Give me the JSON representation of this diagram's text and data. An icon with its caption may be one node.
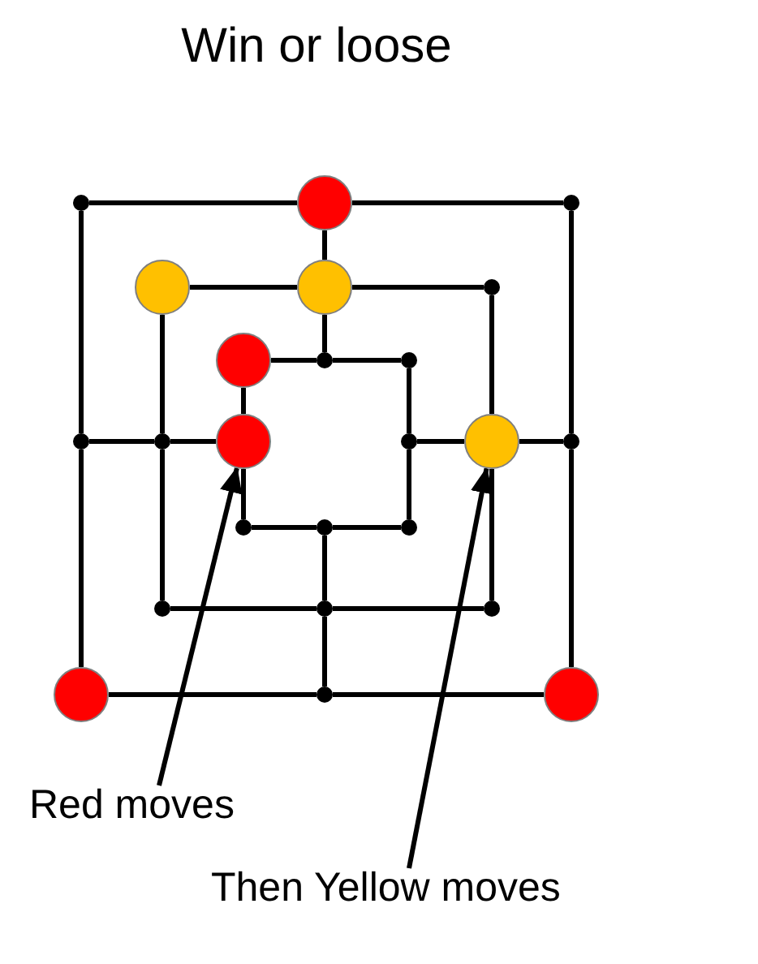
{
  "diagram": {
    "title": "Win or loose",
    "nodes": [
      {
        "text": [],
        "shape": "circle"
      },
      {
        "text": [],
        "shape": "circle"
      },
      {
        "text": [],
        "shape": "circle"
      },
      {
        "text": [],
        "shape": "circle"
      },
      {
        "text": [],
        "shape": "circle"
      },
      {
        "text": [],
        "shape": "circle"
      },
      {
        "text": [],
        "shape": "circle"
      },
      {
        "text": [],
        "shape": "circle"
      },
      {
        "text": [],
        "shape": "circle"
      },
      {
        "text": [],
        "shape": "circle"
      },
      {
        "text": [],
        "shape": "circle"
      },
      {
        "text": [],
        "shape": "circle"
      },
      {
        "text": [],
        "shape": "circle"
      },
      {
        "text": [],
        "shape": "circle"
      },
      {
        "text": [],
        "shape": "circle"
      },
      {
        "text": [],
        "shape": "circle"
      },
      {
        "text": [],
        "shape": "circle"
      },
      {
        "text": [],
        "shape": "circle"
      },
      {
        "text": [],
        "shape": "circle"
      },
      {
        "text": [],
        "shape": "circle"
      },
      {
        "text": [],
        "shape": "circle"
      },
      {
        "text": [],
        "shape": "circle"
      },
      {
        "text": [],
        "shape": "circle"
      },
      {
        "text": [],
        "shape": "circle"
      },
      {
        "text": [
          "Red moves"
        ]
      },
      {
        "text": [
          "Then Yellow moves"
        ]
      }
    ],
    "edges": [
      {
        "from": 0,
        "to": 1,
        "arrow": "none"
      },
      {
        "from": 1,
        "to": 2,
        "arrow": "none"
      },
      {
        "from": 2,
        "to": 14,
        "arrow": "none"
      },
      {
        "from": 14,
        "to": 23,
        "arrow": "none"
      },
      {
        "from": 23,
        "to": 22,
        "arrow": "none"
      },
      {
        "from": 22,
        "to": 21,
        "arrow": "none"
      },
      {
        "from": 21,
        "to": 9,
        "arrow": "none"
      },
      {
        "from": 9,
        "to": 0,
        "arrow": "none"
      },
      {
        "from": 3,
        "to": 4,
        "arrow": "none"
      },
      {
        "from": 4,
        "to": 5,
        "arrow": "none"
      },
      {
        "from": 5,
        "to": 13,
        "arrow": "none"
      },
      {
        "from": 13,
        "to": 20,
        "arrow": "none"
      },
      {
        "from": 20,
        "to": 19,
        "arrow": "none"
      },
      {
        "from": 19,
        "to": 18,
        "arrow": "none"
      },
      {
        "from": 18,
        "to": 10,
        "arrow": "none"
      },
      {
        "from": 10,
        "to": 3,
        "arrow": "none"
      },
      {
        "from": 6,
        "to": 7,
        "arrow": "none"
      },
      {
        "from": 7,
        "to": 8,
        "arrow": "none"
      },
      {
        "from": 8,
        "to": 12,
        "arrow": "none"
      },
      {
        "from": 12,
        "to": 17,
        "arrow": "none"
      },
      {
        "from": 17,
        "to": 16,
        "arrow": "none"
      },
      {
        "from": 16,
        "to": 15,
        "arrow": "none"
      },
      {
        "from": 15,
        "to": 11,
        "arrow": "none"
      },
      {
        "from": 11,
        "to": 6,
        "arrow": "none"
      },
      {
        "from": 1,
        "to": 4,
        "arrow": "none"
      },
      {
        "from": 4,
        "to": 7,
        "arrow": "none"
      },
      {
        "from": 9,
        "to": 10,
        "arrow": "none"
      },
      {
        "from": 10,
        "to": 11,
        "arrow": "none"
      },
      {
        "from": 12,
        "to": 13,
        "arrow": "none"
      },
      {
        "from": 13,
        "to": 14,
        "arrow": "none"
      },
      {
        "from": 16,
        "to": 19,
        "arrow": "none"
      },
      {
        "from": 19,
        "to": 22,
        "arrow": "none"
      },
      {
        "from": 24,
        "to": 11,
        "arrow": "to"
      },
      {
        "from": 25,
        "to": 13,
        "arrow": "to"
      }
    ]
  }
}
